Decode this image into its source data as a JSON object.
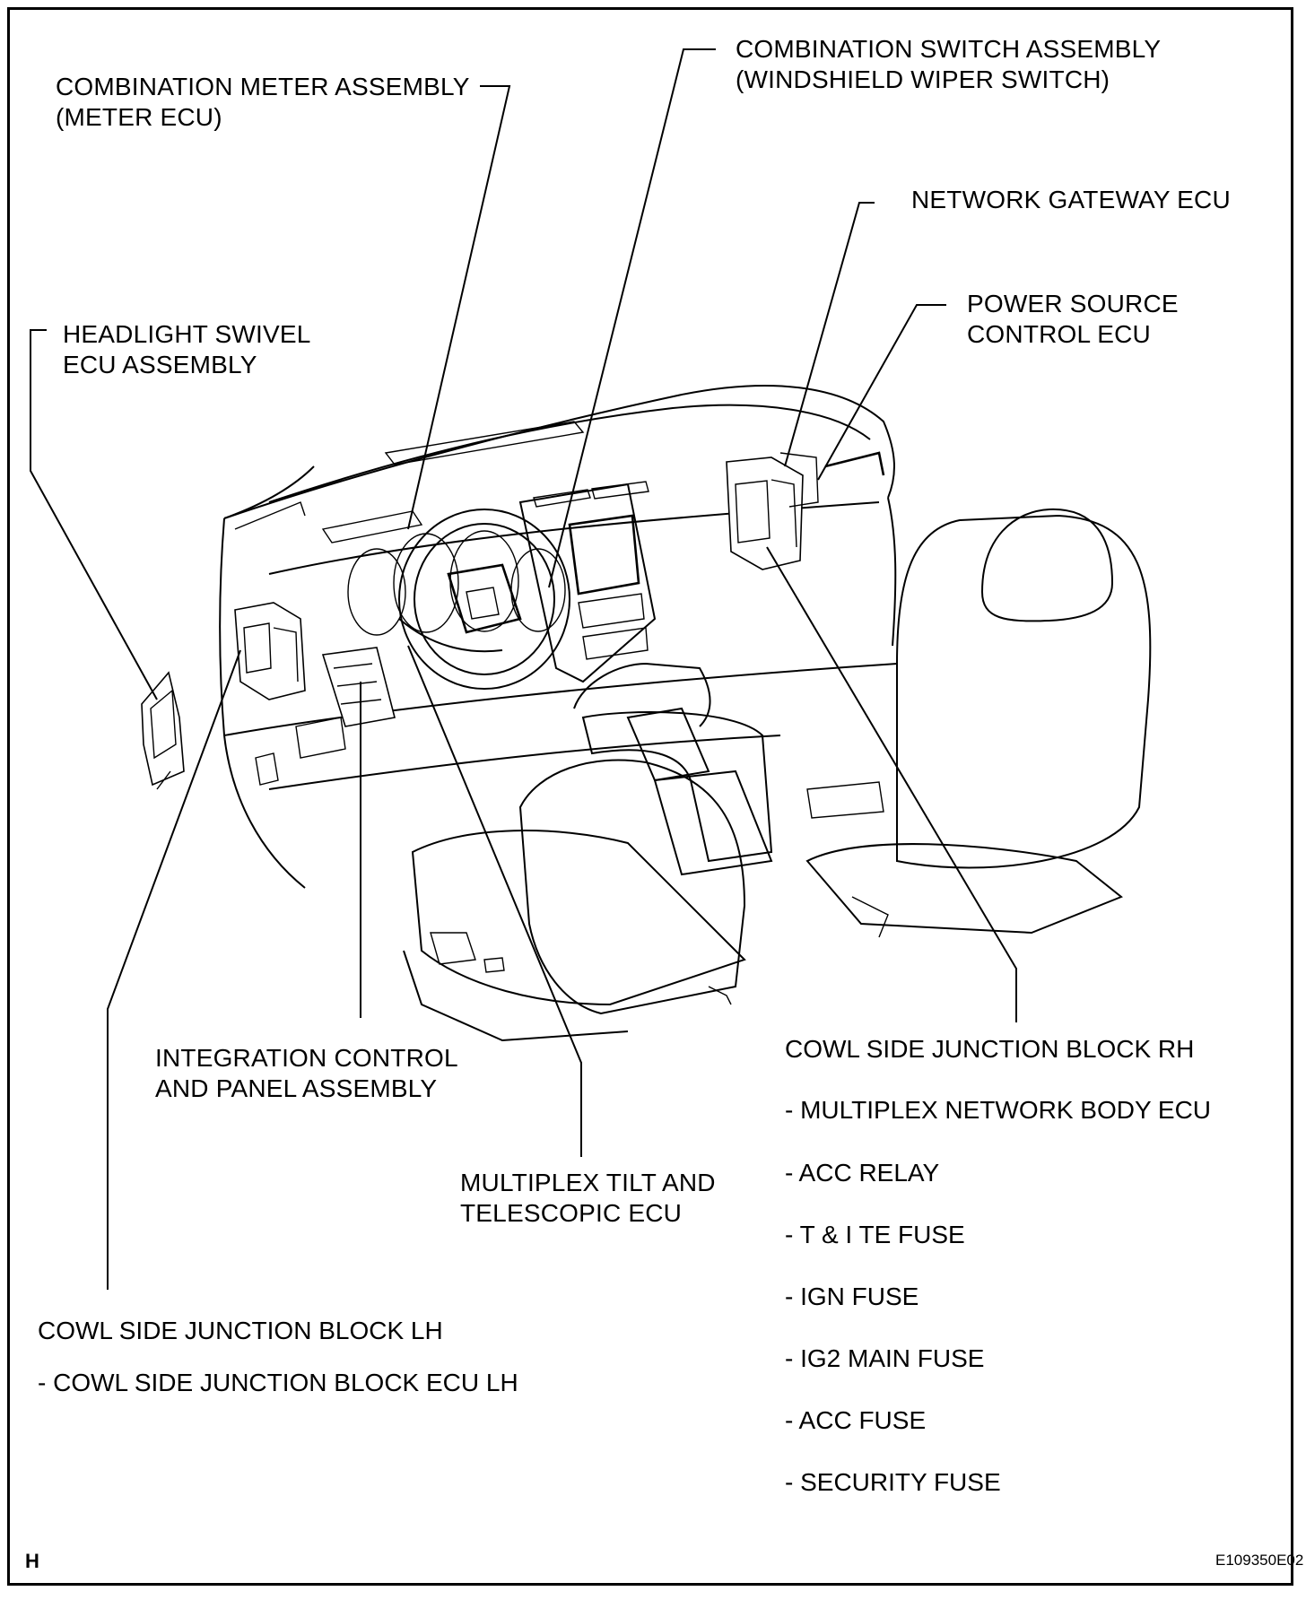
{
  "labels": {
    "combination_meter": [
      "COMBINATION METER ASSEMBLY",
      "(METER ECU)"
    ],
    "combination_switch": [
      "COMBINATION SWITCH ASSEMBLY",
      "(WINDSHIELD WIPER SWITCH)"
    ],
    "network_gateway": [
      "NETWORK GATEWAY ECU"
    ],
    "power_source": [
      "POWER SOURCE",
      "CONTROL ECU"
    ],
    "headlight_swivel": [
      "HEADLIGHT SWIVEL",
      "ECU ASSEMBLY"
    ],
    "integration_control": [
      "INTEGRATION CONTROL",
      "AND PANEL ASSEMBLY"
    ],
    "multiplex_tilt": [
      "MULTIPLEX TILT AND",
      "TELESCOPIC ECU"
    ]
  },
  "cowl_rh": {
    "title": "COWL SIDE JUNCTION BLOCK RH",
    "items": [
      "- MULTIPLEX NETWORK BODY ECU",
      "- ACC RELAY",
      "- T & I TE FUSE",
      "- IGN FUSE",
      "- IG2 MAIN FUSE",
      "- ACC FUSE",
      "- SECURITY FUSE"
    ]
  },
  "cowl_lh": {
    "title": "COWL SIDE JUNCTION BLOCK LH",
    "items": [
      "- COWL SIDE JUNCTION BLOCK ECU LH"
    ]
  },
  "section_letter": "H",
  "figure_code": "E109350E02"
}
